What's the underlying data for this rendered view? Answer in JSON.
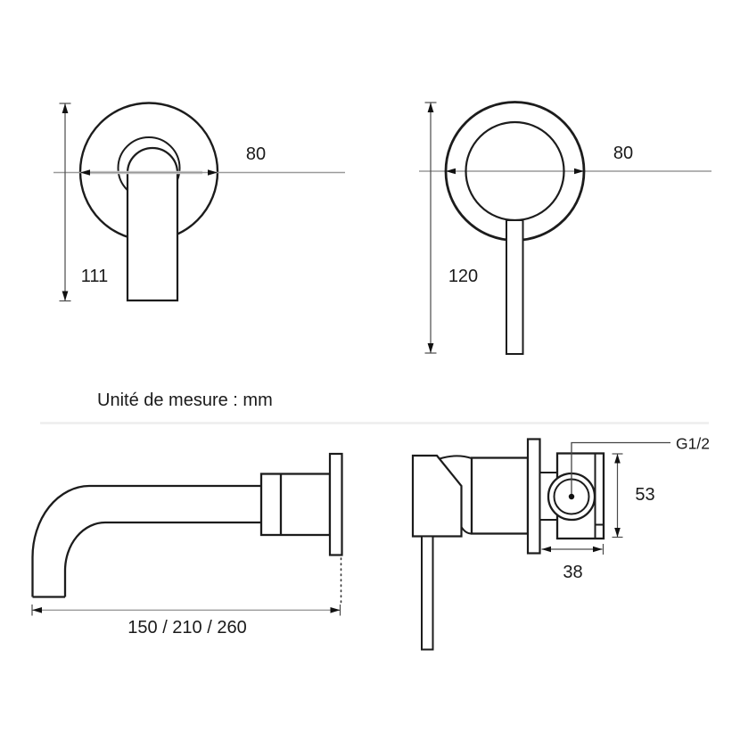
{
  "unit_note": "Unité de mesure : mm",
  "views": {
    "plate_front": {
      "diameter": "80",
      "height": "111"
    },
    "mixer_front": {
      "diameter": "80",
      "height": "120"
    },
    "spout_side": {
      "reach": "150 / 210 / 260"
    },
    "valve_side": {
      "thread": "G1/2",
      "height": "53",
      "depth": "38"
    }
  },
  "colors": {
    "line": "#1c1c1c",
    "dimension": "#4a4a4a",
    "centerline": "#9a9a9a",
    "label": "#1a1a1a",
    "background": "#ffffff"
  }
}
